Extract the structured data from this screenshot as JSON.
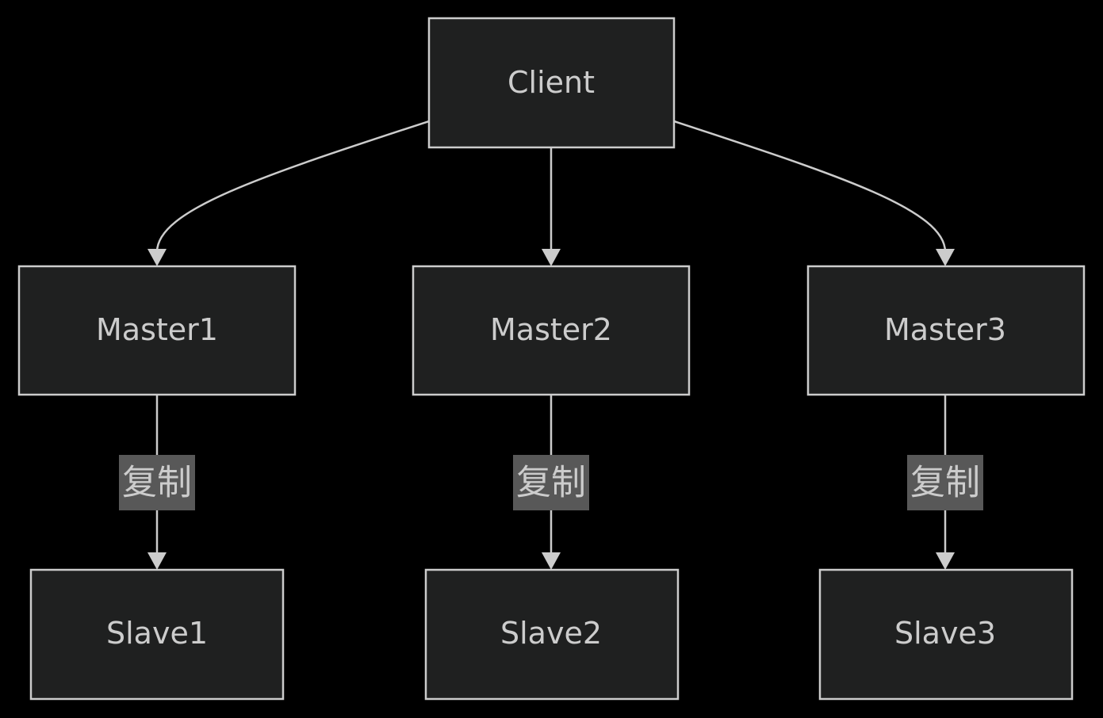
{
  "diagram": {
    "type": "flowchart",
    "nodes": [
      {
        "id": "client",
        "label": "Client"
      },
      {
        "id": "master1",
        "label": "Master1"
      },
      {
        "id": "master2",
        "label": "Master2"
      },
      {
        "id": "master3",
        "label": "Master3"
      },
      {
        "id": "slave1",
        "label": "Slave1"
      },
      {
        "id": "slave2",
        "label": "Slave2"
      },
      {
        "id": "slave3",
        "label": "Slave3"
      }
    ],
    "edges": [
      {
        "from": "client",
        "to": "master1",
        "label": ""
      },
      {
        "from": "client",
        "to": "master2",
        "label": ""
      },
      {
        "from": "client",
        "to": "master3",
        "label": ""
      },
      {
        "from": "master1",
        "to": "slave1",
        "label": "复制"
      },
      {
        "from": "master2",
        "to": "slave2",
        "label": "复制"
      },
      {
        "from": "master3",
        "to": "slave3",
        "label": "复制"
      }
    ]
  },
  "colors": {
    "background": "#000000",
    "node_fill": "#1f2020",
    "node_stroke": "#cccccc",
    "text": "#cccccc",
    "edge_label_bg": "#585858"
  }
}
